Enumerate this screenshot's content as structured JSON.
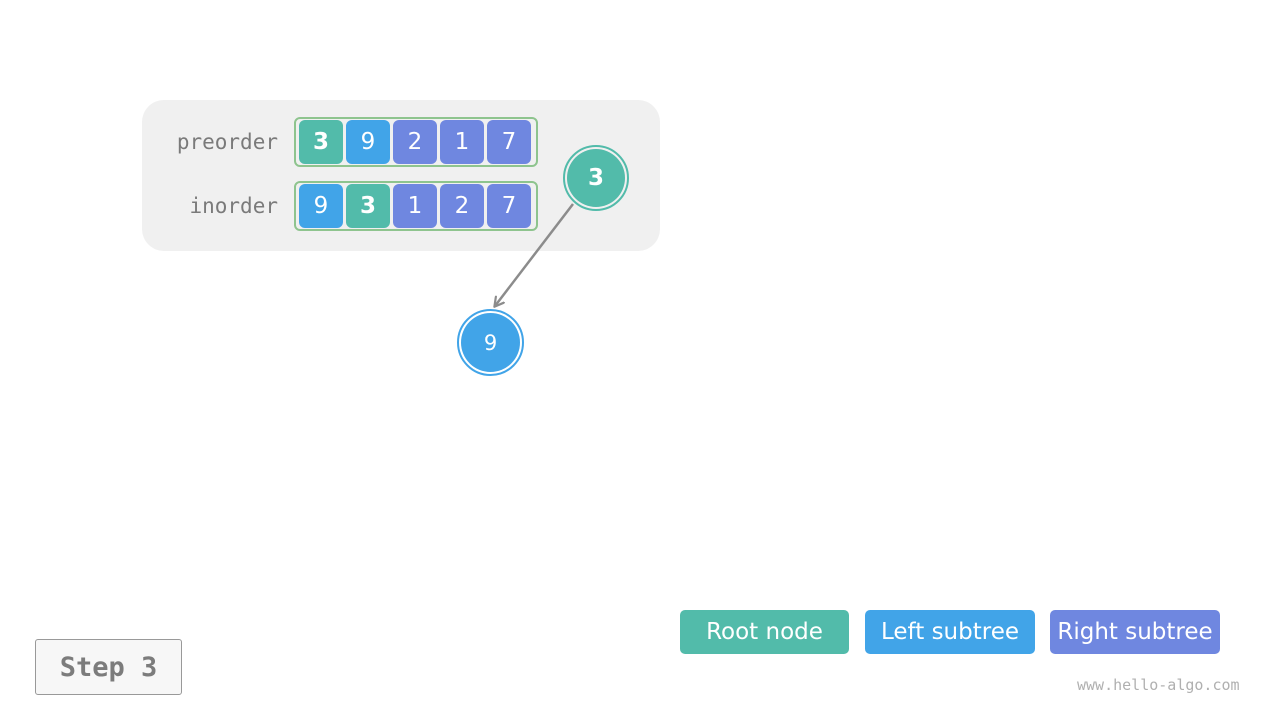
{
  "colors": {
    "root": "#52bbaa",
    "left": "#41a4e8",
    "right": "#6f87e0",
    "panel": "#f0f0f0",
    "array_border": "#8ec48e",
    "edge": "#8c8c8c"
  },
  "arrays": {
    "preorder": {
      "label": "preorder",
      "cells": [
        {
          "value": "3",
          "role": "root"
        },
        {
          "value": "9",
          "role": "left"
        },
        {
          "value": "2",
          "role": "right"
        },
        {
          "value": "1",
          "role": "right"
        },
        {
          "value": "7",
          "role": "right"
        }
      ]
    },
    "inorder": {
      "label": "inorder",
      "cells": [
        {
          "value": "9",
          "role": "left"
        },
        {
          "value": "3",
          "role": "root"
        },
        {
          "value": "1",
          "role": "right"
        },
        {
          "value": "2",
          "role": "right"
        },
        {
          "value": "7",
          "role": "right"
        }
      ]
    }
  },
  "tree": {
    "root_node": {
      "value": "3",
      "role": "root"
    },
    "left_child": {
      "value": "9",
      "role": "left"
    }
  },
  "legend": {
    "root_label": "Root node",
    "left_label": "Left subtree",
    "right_label": "Right subtree"
  },
  "step_label": "Step 3",
  "watermark": "www.hello-algo.com"
}
